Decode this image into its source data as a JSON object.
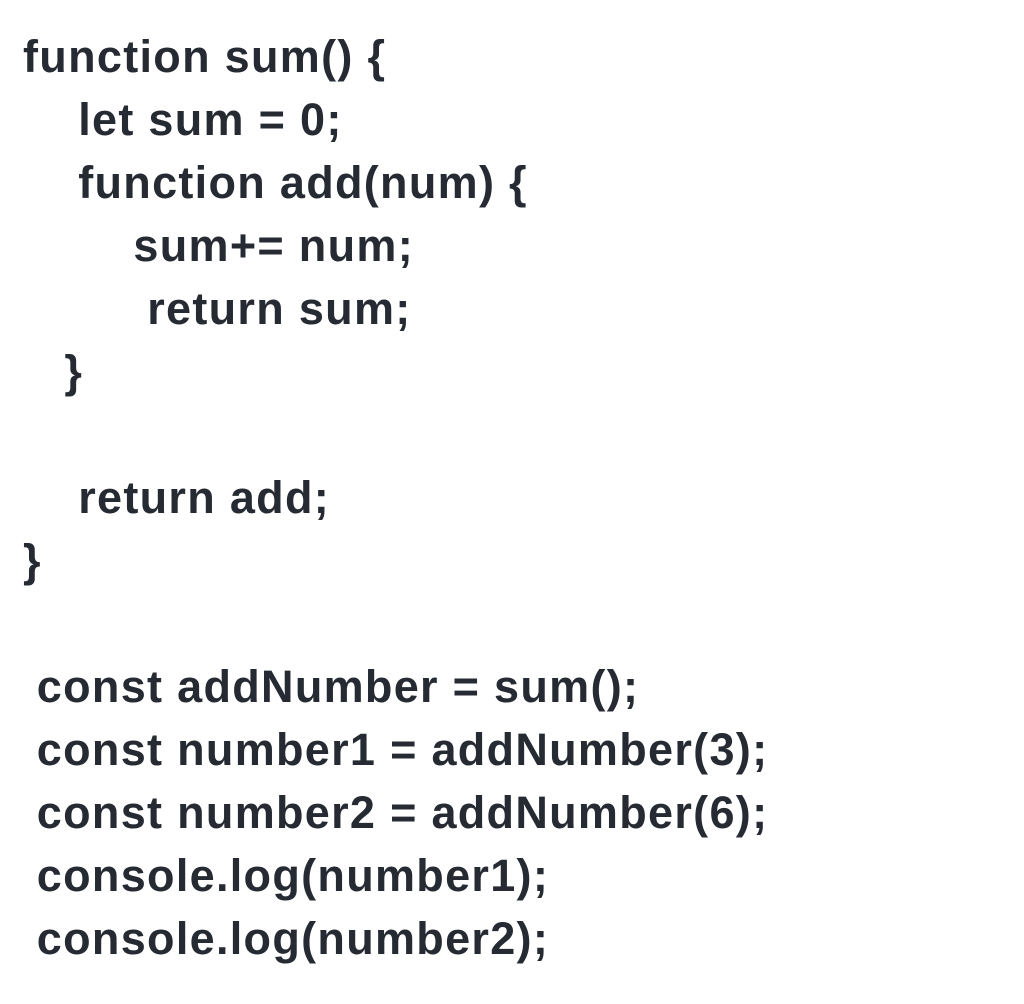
{
  "page": {
    "background_color": "#ffffff"
  },
  "code_block": {
    "text_color": "#262b33",
    "lines": [
      "function sum() {",
      "    let sum = 0;",
      "    function add(num) {",
      "        sum+= num;",
      "         return sum;",
      "   }",
      "",
      "    return add;",
      "}",
      "",
      " const addNumber = sum();",
      " const number1 = addNumber(3);",
      " const number2 = addNumber(6);",
      " console.log(number1);",
      " console.log(number2);"
    ]
  }
}
